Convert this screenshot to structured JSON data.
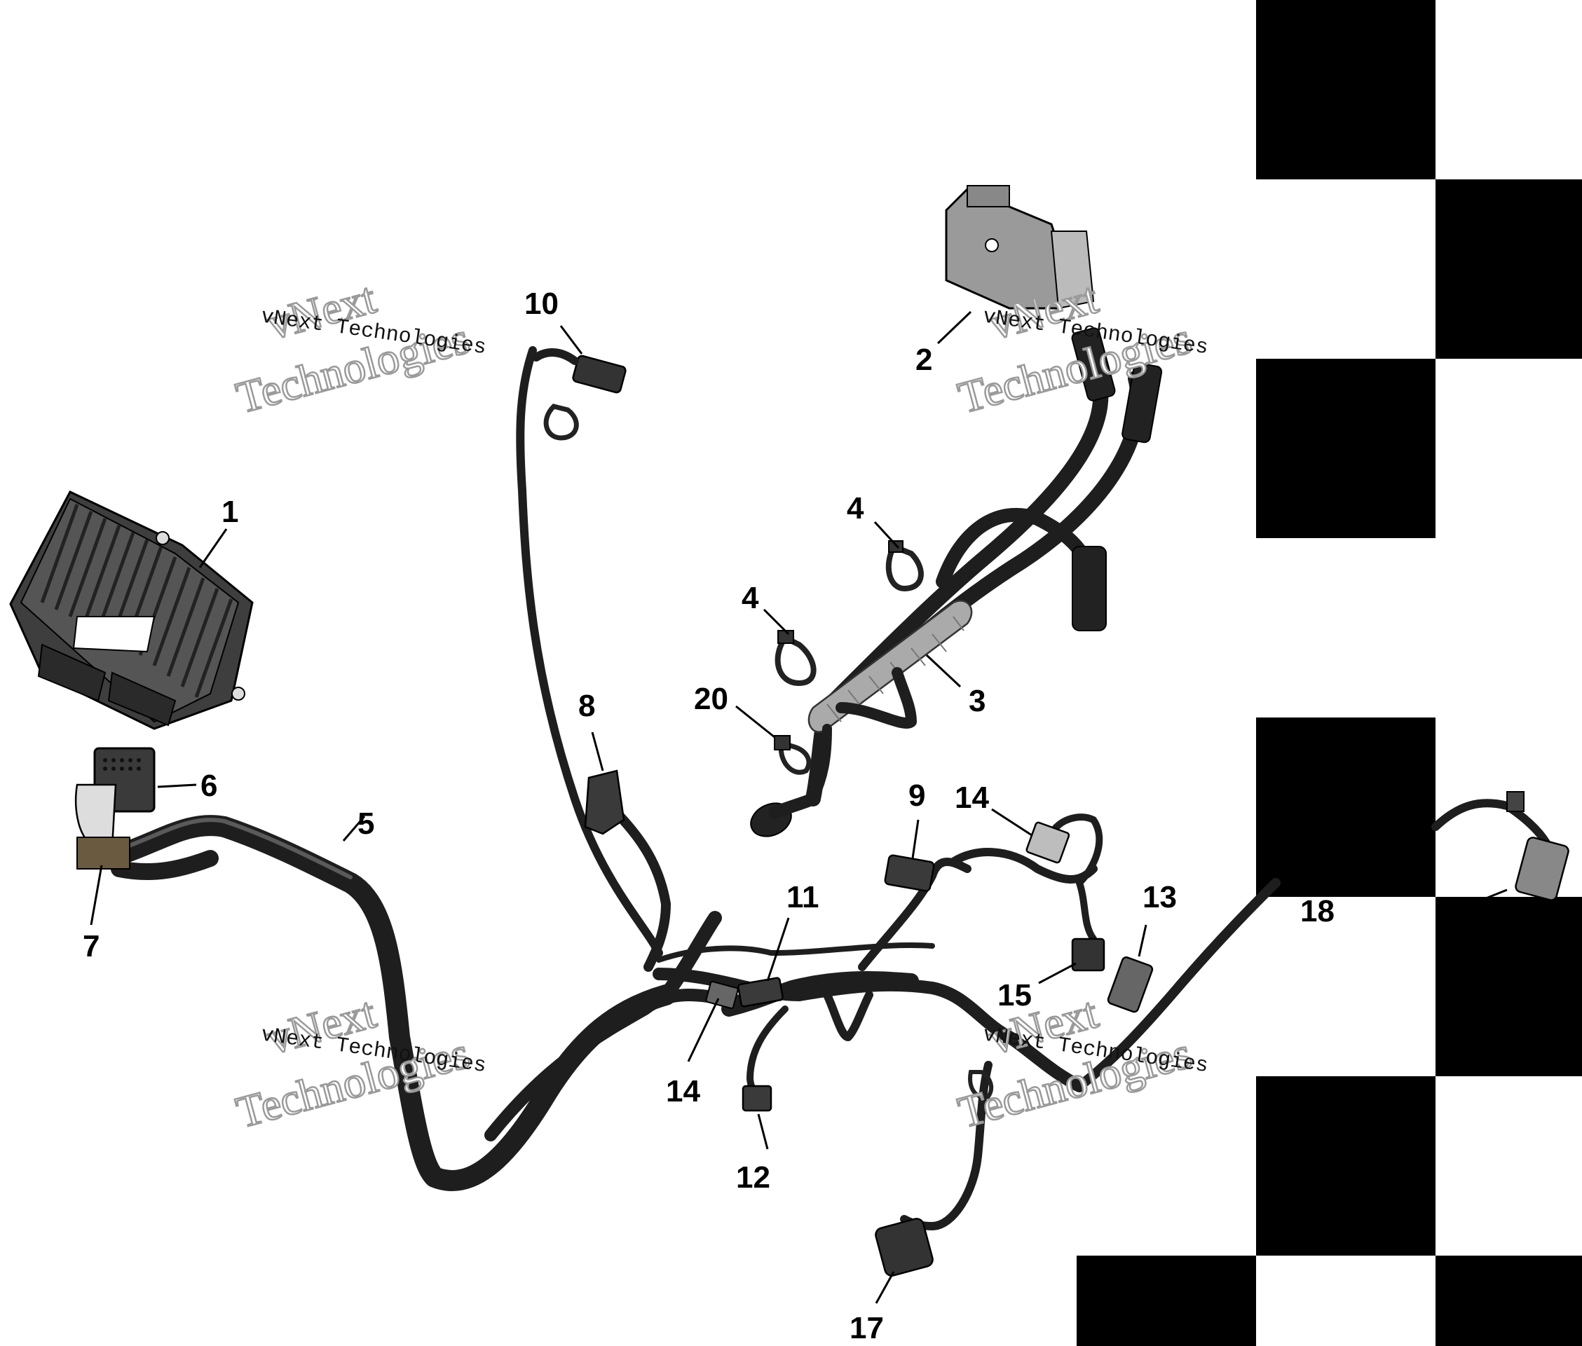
{
  "watermarks": [
    {
      "line1": "vNext",
      "line2": "Technologies",
      "small": "vNext Technologies"
    },
    {
      "line1": "vNext",
      "line2": "Technologies",
      "small": "vNext Technologies"
    },
    {
      "line1": "vNext",
      "line2": "Technologies",
      "small": "vNext Technologies"
    },
    {
      "line1": "vNext",
      "line2": "Technologies",
      "small": "vNext Technologies"
    }
  ],
  "callouts": {
    "c1": "1",
    "c2": "2",
    "c3": "3",
    "c4a": "4",
    "c4b": "4",
    "c5": "5",
    "c6": "6",
    "c7": "7",
    "c8": "8",
    "c9": "9",
    "c10": "10",
    "c11": "11",
    "c12": "12",
    "c13": "13",
    "c14a": "14",
    "c14b": "14",
    "c15": "15",
    "c17": "17",
    "c18": "18",
    "c20": "20"
  },
  "colors": {
    "background": "#ffffff",
    "harness": "#1e1e1e",
    "ecu_body": "#4a4a4a",
    "coil_body": "#9a9a9a",
    "checker": "#000000"
  }
}
